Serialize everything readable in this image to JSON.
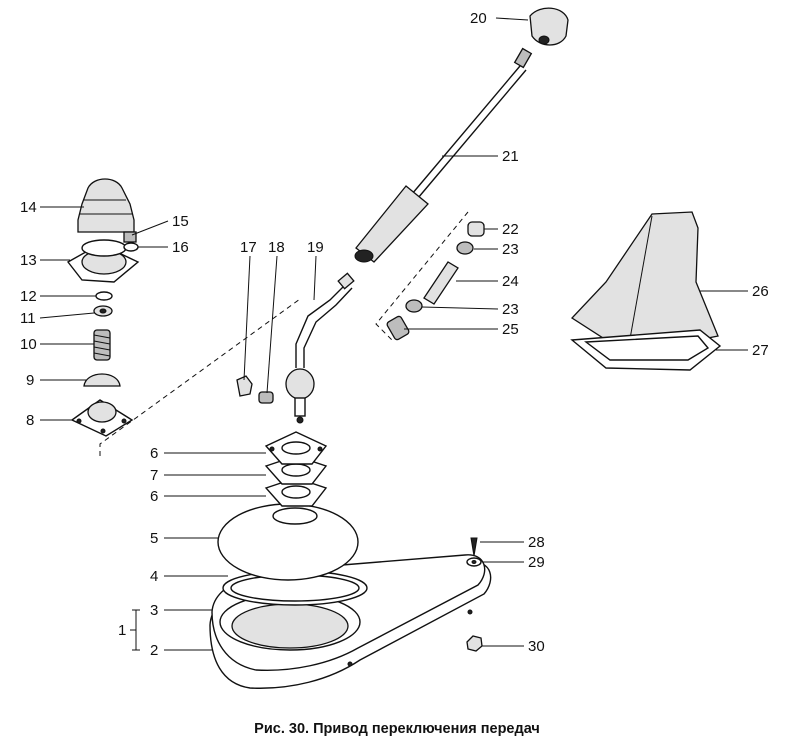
{
  "caption": "Рис. 30. Привод переключения передач",
  "callouts": {
    "c1": "1",
    "c2": "2",
    "c3": "3",
    "c4": "4",
    "c5": "5",
    "c6a": "6",
    "c6b": "6",
    "c7": "7",
    "c8": "8",
    "c9": "9",
    "c10": "10",
    "c11": "11",
    "c12": "12",
    "c13": "13",
    "c14": "14",
    "c15": "15",
    "c16": "16",
    "c17": "17",
    "c18": "18",
    "c19": "19",
    "c20": "20",
    "c21": "21",
    "c22": "22",
    "c23a": "23",
    "c23b": "23",
    "c24": "24",
    "c25": "25",
    "c26": "26",
    "c27": "27",
    "c28": "28",
    "c29": "29",
    "c30": "30"
  }
}
